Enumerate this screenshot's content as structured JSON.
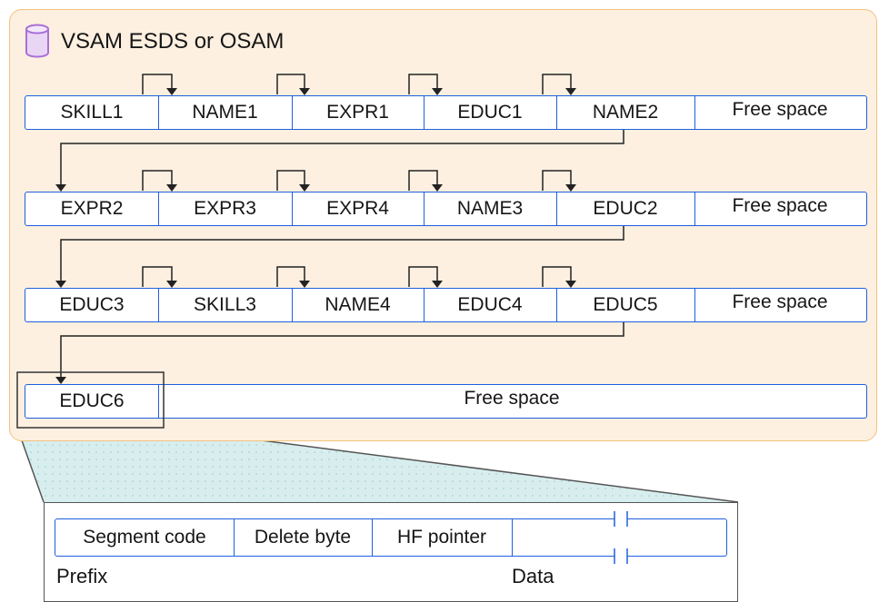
{
  "title": "VSAM ESDS or OSAM",
  "rows": [
    {
      "cells": [
        "SKILL1",
        "NAME1",
        "EXPR1",
        "EDUC1",
        "NAME2",
        "Free space"
      ]
    },
    {
      "cells": [
        "EXPR2",
        "EXPR3",
        "EXPR4",
        "NAME3",
        "EDUC2",
        "Free space"
      ]
    },
    {
      "cells": [
        "EDUC3",
        "SKILL3",
        "NAME4",
        "EDUC4",
        "EDUC5",
        "Free space"
      ]
    },
    {
      "cells": [
        "EDUC6",
        "Free space"
      ]
    }
  ],
  "detail": {
    "cells": [
      "Segment code",
      "Delete byte",
      "HF pointer"
    ],
    "prefix_label": "Prefix",
    "data_label": "Data"
  },
  "colors": {
    "panel_bg": "#fdf0e0",
    "panel_border": "#f1c27d",
    "box_border": "#1f5fe0",
    "callout_fill": "#d8eeee"
  },
  "icons": [
    "database-icon",
    "connector-arrow-icon",
    "break-mark-icon"
  ]
}
